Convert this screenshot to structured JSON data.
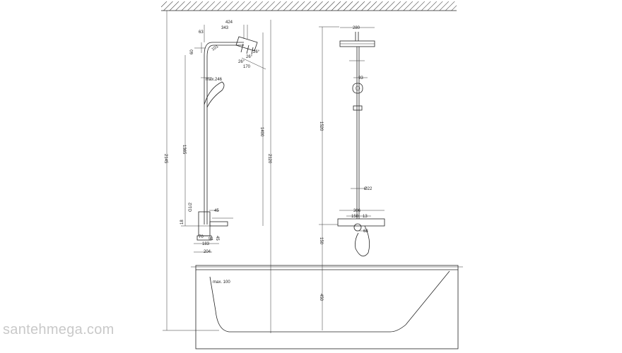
{
  "watermark": "santehmega.com",
  "dimensions": {
    "d424": "424",
    "d343": "343",
    "d63": "63",
    "d60": "60",
    "d101": "101",
    "d26a": "26°",
    "d26b": "26°",
    "d26c": "26°",
    "d170": "170",
    "max246": "max.246",
    "d1365": "1365",
    "d1400": "1400",
    "d2120": "2120",
    "d2145": "2145",
    "g12": "G1/2",
    "d45a": "45",
    "d45b": "45",
    "d70": "70",
    "d91": "91",
    "d183": "183",
    "d204": "204",
    "d18": "18",
    "d280": "280",
    "d93": "93",
    "d1520": "1520",
    "d22": "Ø22",
    "d306": "306",
    "d150a": "150",
    "d13": "13",
    "d68": "68",
    "d150b": "150",
    "d450": "450",
    "max100": "max. 100"
  }
}
